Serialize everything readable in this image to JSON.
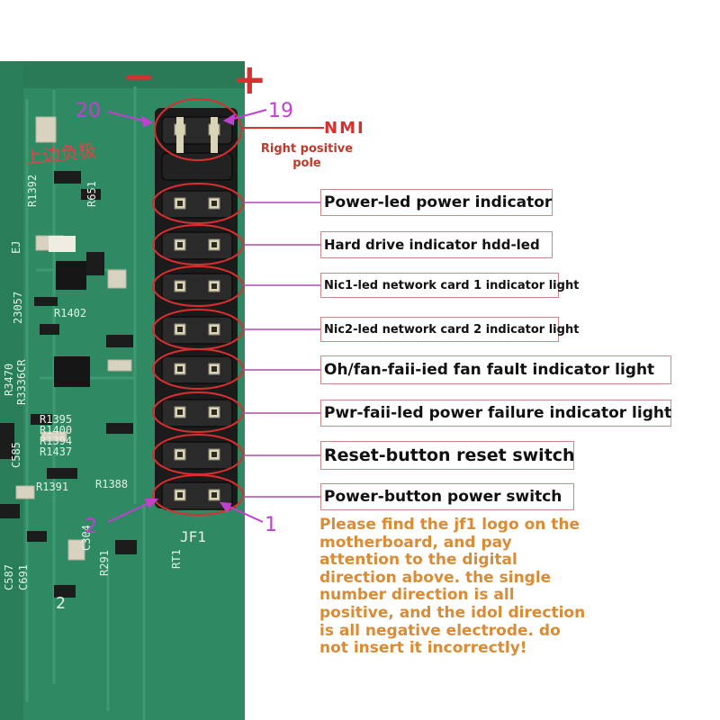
{
  "board": {
    "chinese_label": "上边负极",
    "silk": [
      "R1392",
      "R651",
      "EJ",
      "R1402",
      "23057",
      "R3470",
      "R3336CR",
      "R1395",
      "R1400",
      "R1394",
      "R1437",
      "C585",
      "R1391",
      "R1388",
      "C304",
      "C587",
      "C691",
      "R291",
      "RT1",
      "JF1",
      "2"
    ],
    "header_label": "JF1"
  },
  "header": {
    "minus_sign": "−",
    "plus_sign": "+",
    "pin_top_left": "20",
    "pin_top_right": "19",
    "pin_bottom_left": "2",
    "pin_bottom_right": "1",
    "nmi_label": "NMI",
    "positive_note": "Right positive pole"
  },
  "callouts": [
    {
      "text": "Power-led power indicator",
      "size": 17
    },
    {
      "text": "Hard drive indicator hdd-led",
      "size": 15
    },
    {
      "text": "Nic1-led network card 1 indicator light",
      "size": 13
    },
    {
      "text": "Nic2-led network card 2 indicator light",
      "size": 13
    },
    {
      "text": "Oh/fan-faii-ied fan fault indicator light",
      "size": 17
    },
    {
      "text": "Pwr-faii-led power failure indicator light",
      "size": 17
    },
    {
      "text": "Reset-button reset switch",
      "size": 19
    },
    {
      "text": "Power-button power switch",
      "size": 17
    }
  ],
  "note": "Please find the jf1 logo on the motherboard, and pay attention to the digital direction above. the single number direction is all positive, and the idol direction is all negative electrode. do not insert it incorrectly!",
  "colors": {
    "pcb": "#2f8a63",
    "pcb_dark": "#236b4b",
    "accent_red": "#d92f2f",
    "callout_line": "#b04ab0",
    "note_orange": "#d98b36"
  }
}
